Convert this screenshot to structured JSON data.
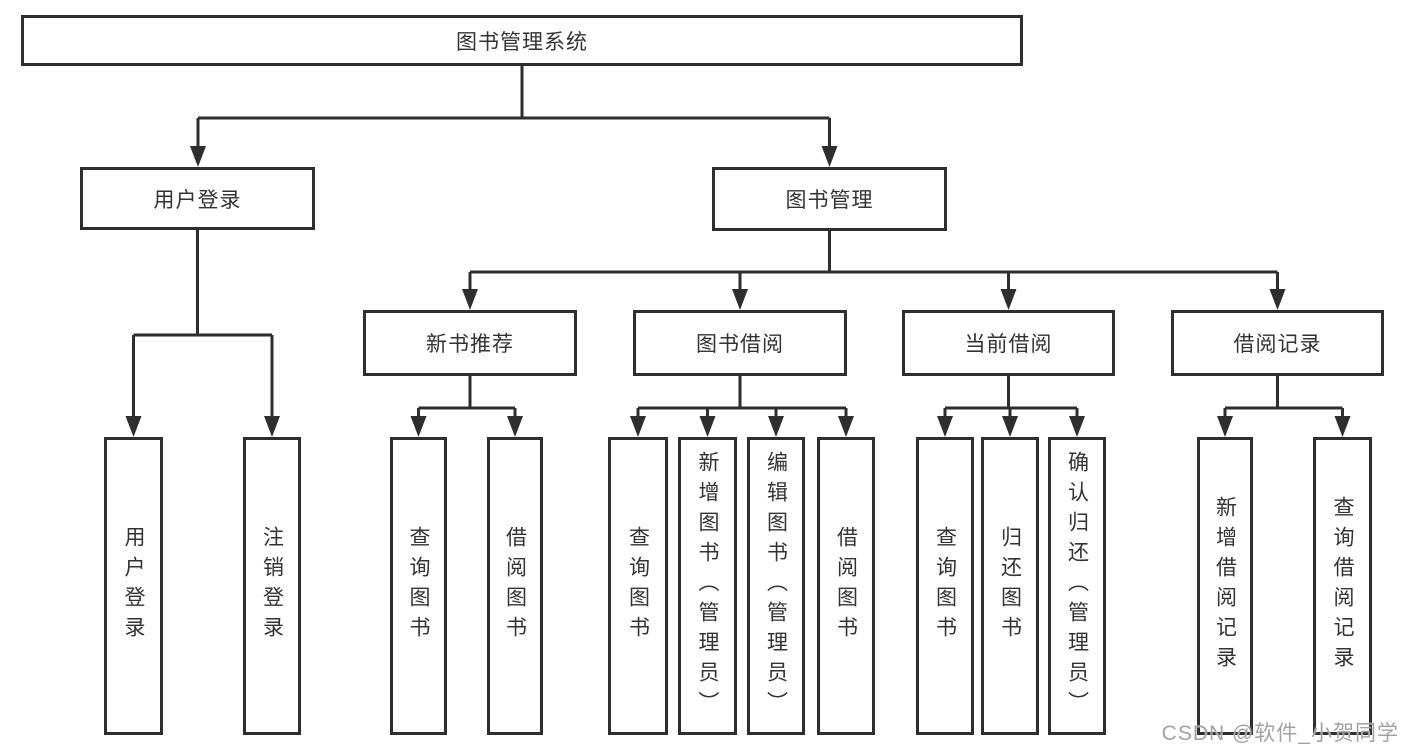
{
  "diagram": {
    "root": {
      "label": "图书管理系统"
    },
    "level1": [
      {
        "label": "用户登录"
      },
      {
        "label": "图书管理"
      }
    ],
    "level2": [
      {
        "label": "新书推荐"
      },
      {
        "label": "图书借阅"
      },
      {
        "label": "当前借阅"
      },
      {
        "label": "借阅记录"
      }
    ],
    "leaves": {
      "user_login": [
        {
          "label": "用户登录"
        },
        {
          "label": "注销登录"
        }
      ],
      "new_books": [
        {
          "label": "查询图书"
        },
        {
          "label": "借阅图书"
        }
      ],
      "book_borrow": [
        {
          "label": "查询图书"
        },
        {
          "label": "新增图书（管理员）"
        },
        {
          "label": "编辑图书（管理员）"
        },
        {
          "label": "借阅图书"
        }
      ],
      "current_borrow": [
        {
          "label": "查询图书"
        },
        {
          "label": "归还图书"
        },
        {
          "label": "确认归还（管理员）"
        }
      ],
      "borrow_records": [
        {
          "label": "新增借阅记录"
        },
        {
          "label": "查询借阅记录"
        }
      ]
    },
    "colors": {
      "line": "#2e2e2e",
      "text": "#333333",
      "box_bg": "#ffffff"
    }
  },
  "watermark": {
    "text": "CSDN @软件_小贺同学"
  }
}
